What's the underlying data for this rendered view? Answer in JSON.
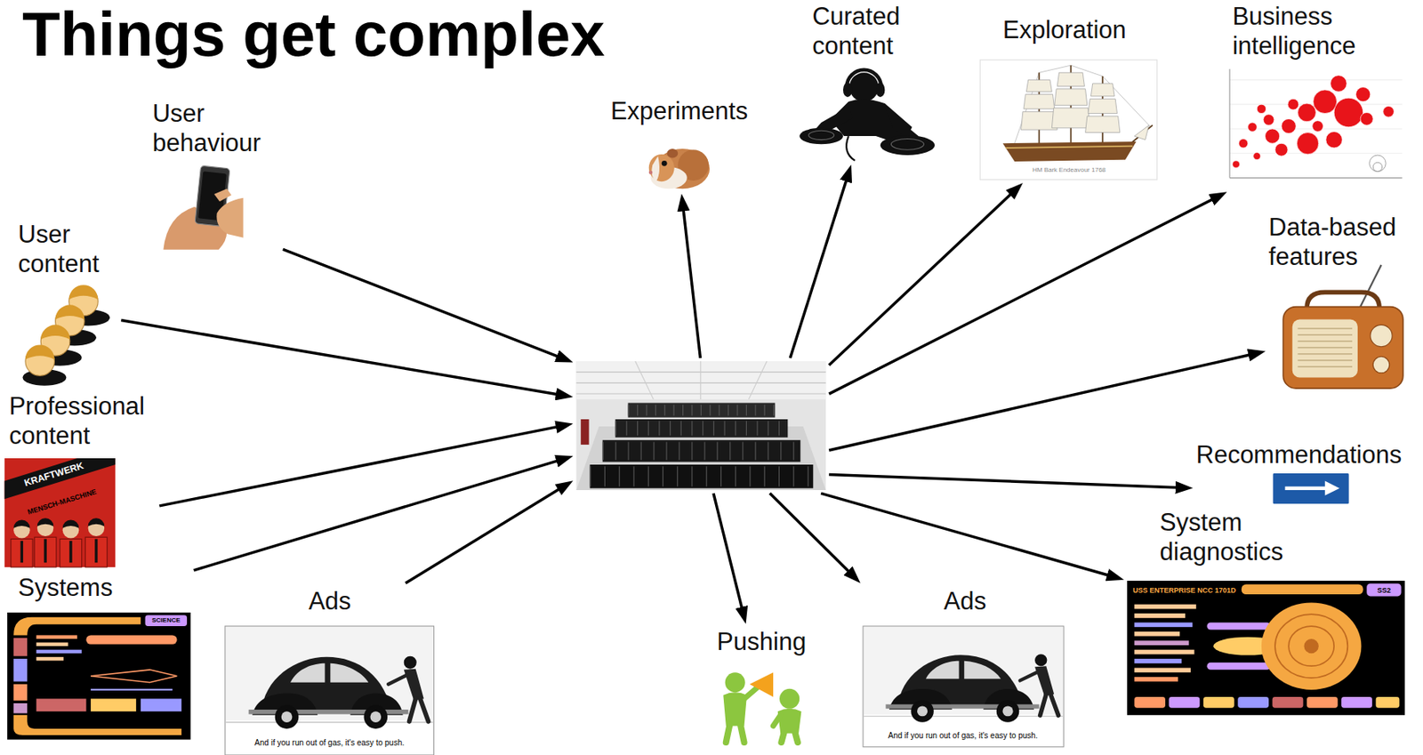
{
  "diagram": {
    "title": "Things get complex",
    "nodes": [
      {
        "text": [
          "Curated content"
        ]
      },
      {
        "text": [
          "Exploration"
        ]
      },
      {
        "text": [
          "Business intelligence"
        ]
      },
      {
        "text": [
          "Experiments"
        ]
      },
      {
        "text": [
          "User behaviour"
        ]
      },
      {
        "text": [
          "Data-based features"
        ]
      },
      {
        "text": [
          "User content"
        ]
      },
      {
        "text": [
          "Professional content"
        ]
      },
      {
        "text": []
      },
      {
        "text": [
          "Recommendations"
        ]
      },
      {
        "text": [
          "System diagnostics"
        ]
      },
      {
        "text": [
          "Systems"
        ]
      },
      {
        "text": [
          "Ads"
        ]
      },
      {
        "text": [
          "Pushing"
        ]
      },
      {
        "text": [
          "Ads"
        ]
      }
    ],
    "edges": [
      {
        "from": 4,
        "to": 8,
        "arrow": "to"
      },
      {
        "from": 6,
        "to": 8,
        "arrow": "to"
      },
      {
        "from": 7,
        "to": 8,
        "arrow": "to"
      },
      {
        "from": 11,
        "to": 8,
        "arrow": "to"
      },
      {
        "from": 12,
        "to": 8,
        "arrow": "to"
      },
      {
        "from": 8,
        "to": 3,
        "arrow": "to"
      },
      {
        "from": 8,
        "to": 0,
        "arrow": "to"
      },
      {
        "from": 8,
        "to": 1,
        "arrow": "to"
      },
      {
        "from": 8,
        "to": 2,
        "arrow": "to"
      },
      {
        "from": 8,
        "to": 5,
        "arrow": "to"
      },
      {
        "from": 8,
        "to": 9,
        "arrow": "to"
      },
      {
        "from": 8,
        "to": 10,
        "arrow": "to"
      },
      {
        "from": 8,
        "to": 14,
        "arrow": "to"
      },
      {
        "from": 8,
        "to": 13,
        "arrow": "to"
      }
    ],
    "labels": [
      "KRAFTWERK",
      "MENSCH-MASCHINE",
      "HM Bark Endeavour 1768",
      "SCIENCE",
      "USS ENTERPRISE NCC 1701D",
      "SS2",
      "And if you run out of gas, it's easy to push.",
      "And if you run out of gas, it's easy to push."
    ]
  }
}
